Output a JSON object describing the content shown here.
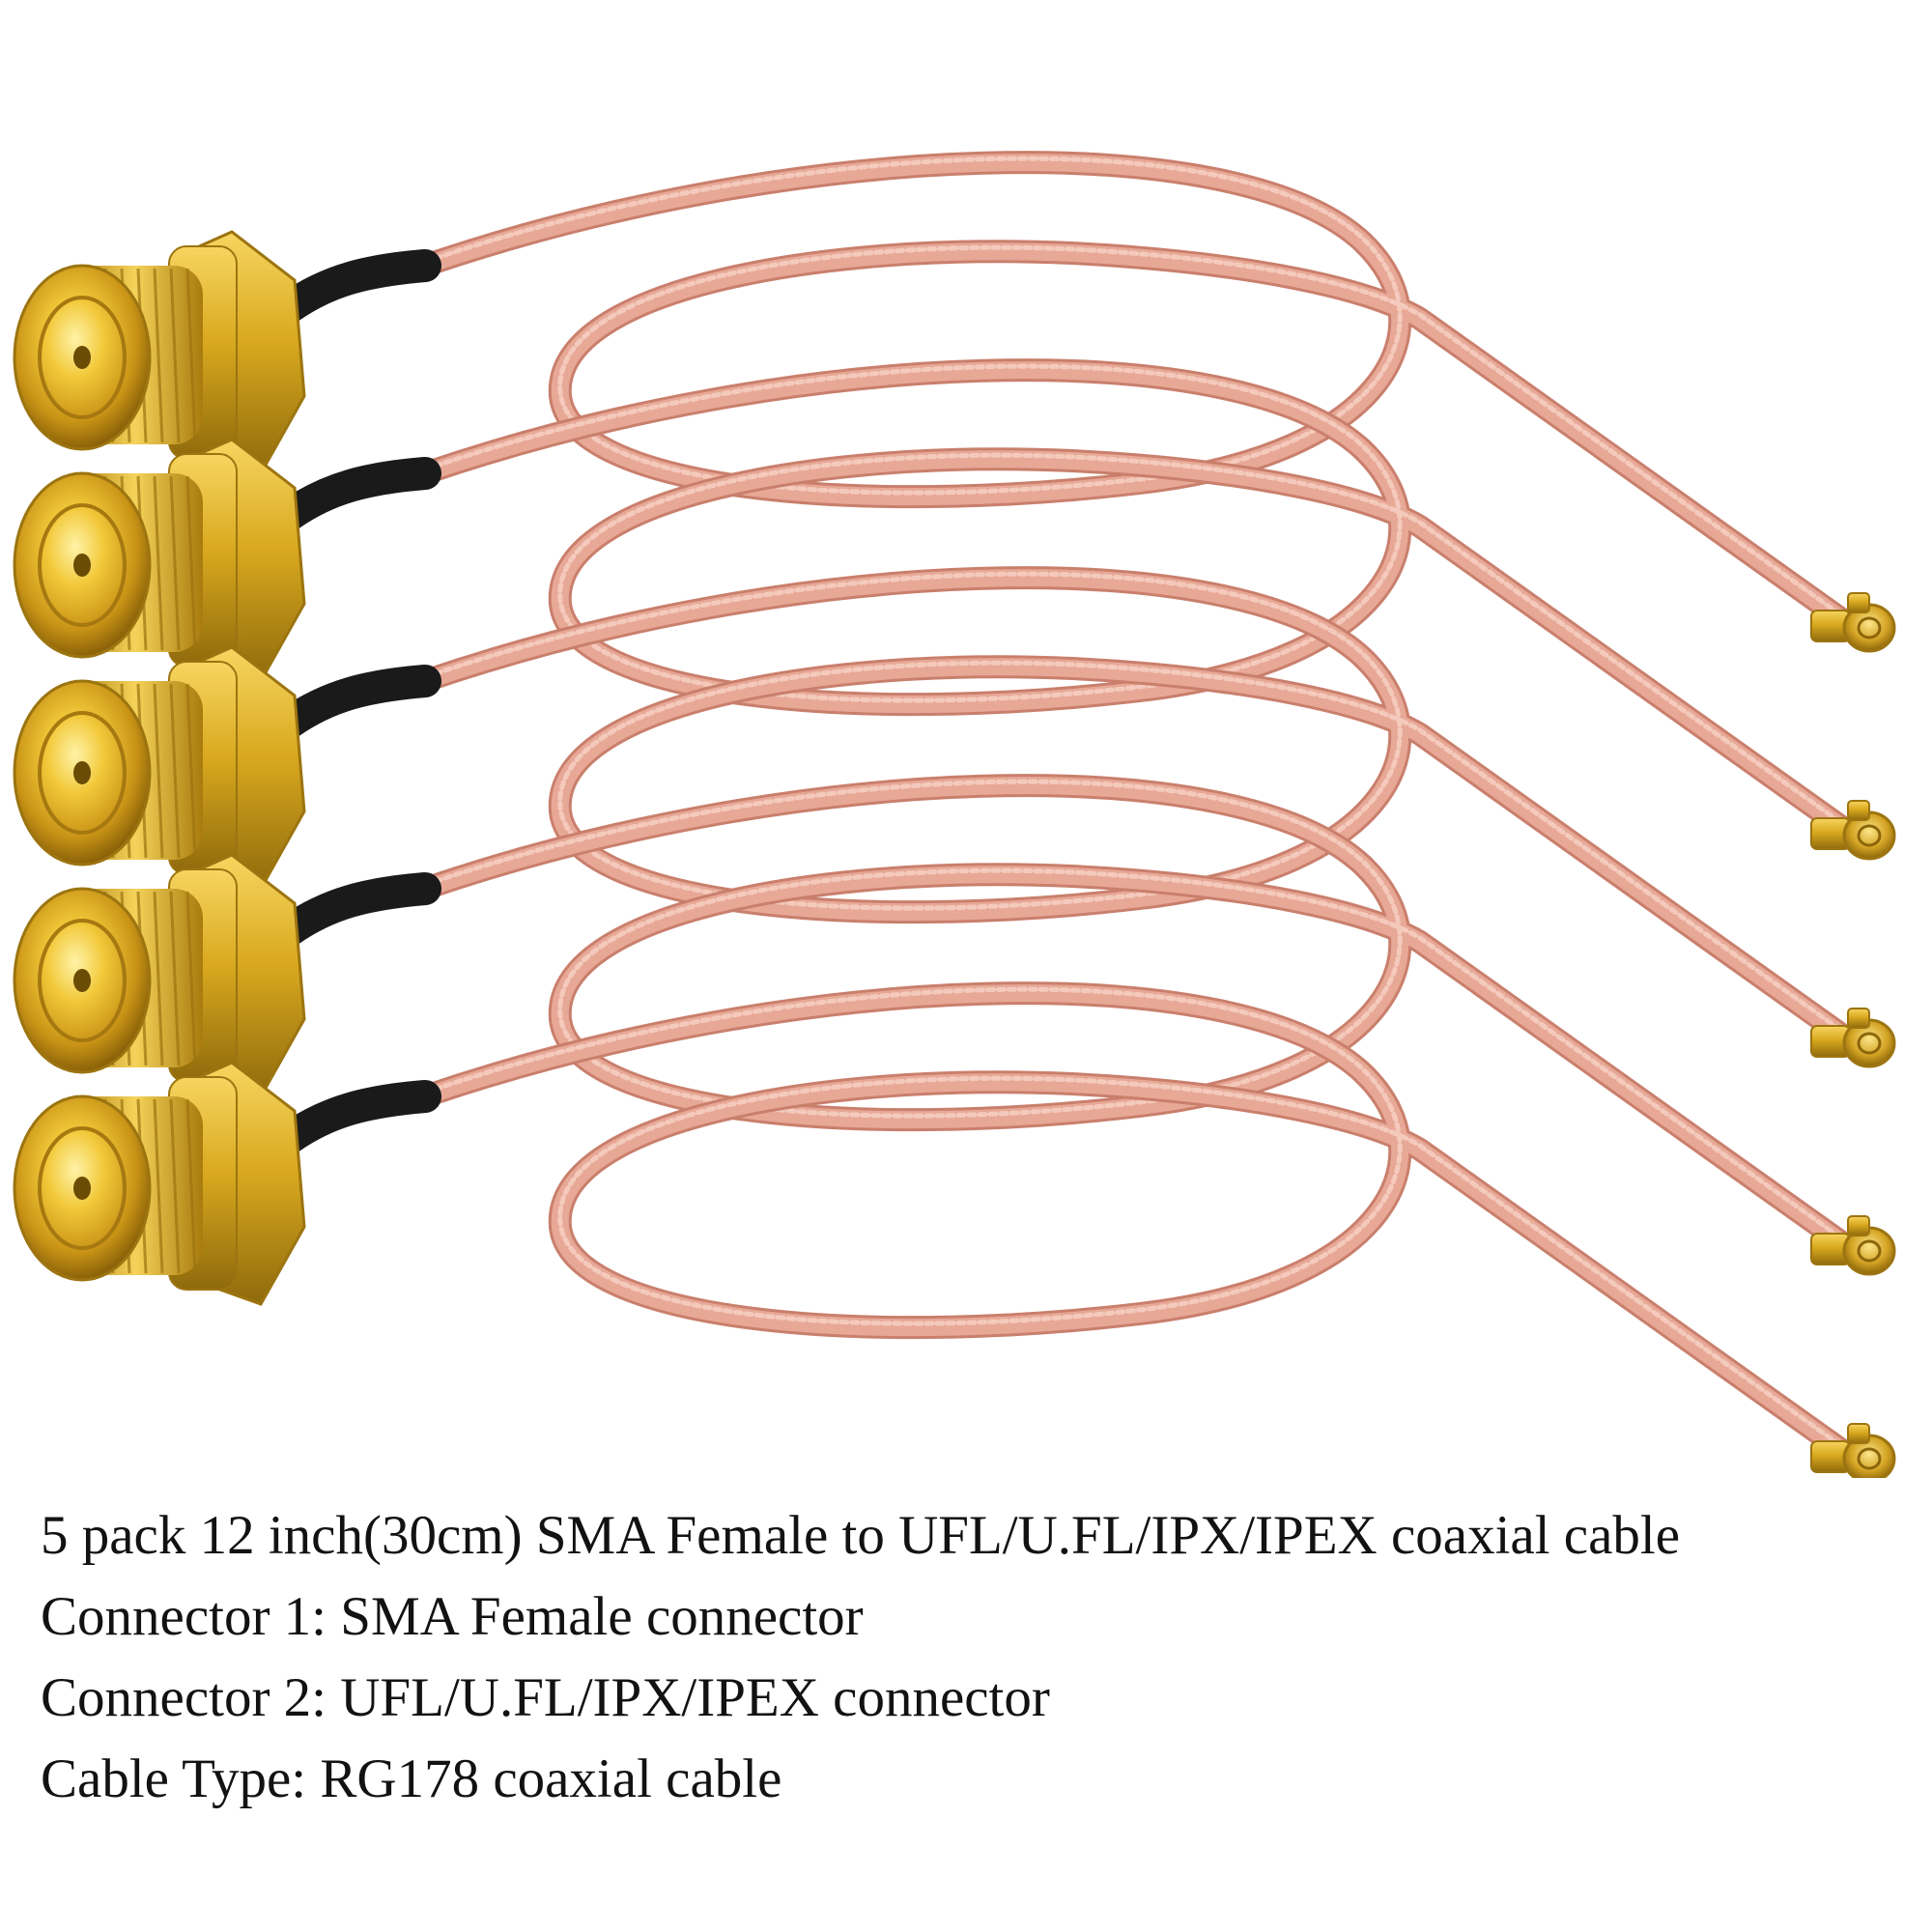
{
  "caption": {
    "line1": "5 pack 12 inch(30cm) SMA Female to UFL/U.FL/IPX/IPEX coaxial cable",
    "line2": "Connector 1: SMA Female connector",
    "line3": "Connector 2: UFL/U.FL/IPX/IPEX connector",
    "line4": "Cable Type: RG178 coaxial cable"
  },
  "colors": {
    "background": "#ffffff",
    "cable": "#e8a896",
    "cable_shadow": "#c97f6c",
    "gold": "#e0b228",
    "gold_dark": "#9c7410",
    "heatshrink": "#1a1a1a",
    "text": "#121212"
  },
  "photo": {
    "cable_count": 5,
    "icons": [
      "sma-female-connector-icon",
      "ufl-connector-icon",
      "coaxial-cable-icon"
    ]
  }
}
